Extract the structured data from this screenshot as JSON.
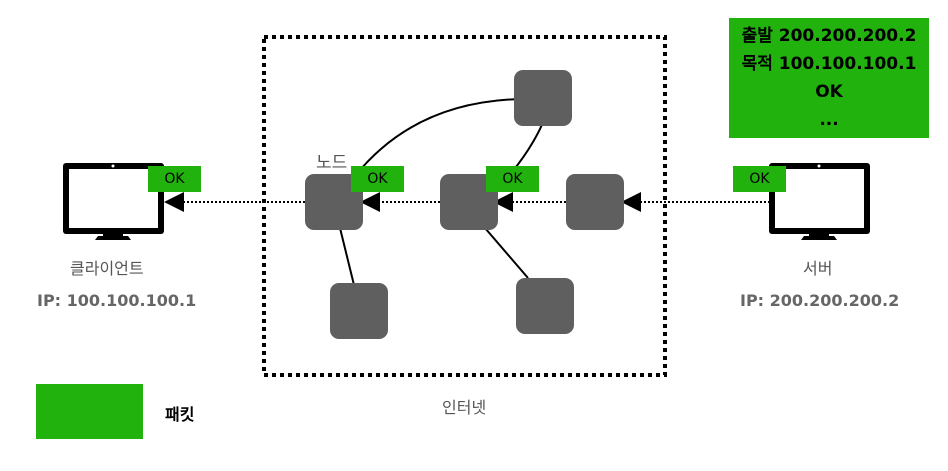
{
  "colors": {
    "accent": "#21b20d",
    "node": "#5f5f5f"
  },
  "client": {
    "label": "클라이언트",
    "ip": "IP: 100.100.100.1",
    "packet_label": "OK"
  },
  "server": {
    "label": "서버",
    "ip": "IP: 200.200.200.2",
    "packet_label": "OK"
  },
  "internet": {
    "label": "인터넷",
    "node_label": "노드",
    "packet_labels": [
      "OK",
      "OK"
    ]
  },
  "packet": {
    "lines": [
      "출발 200.200.200.2",
      "목적 100.100.100.1",
      "OK",
      "..."
    ]
  },
  "legend": {
    "label": "패킷"
  }
}
